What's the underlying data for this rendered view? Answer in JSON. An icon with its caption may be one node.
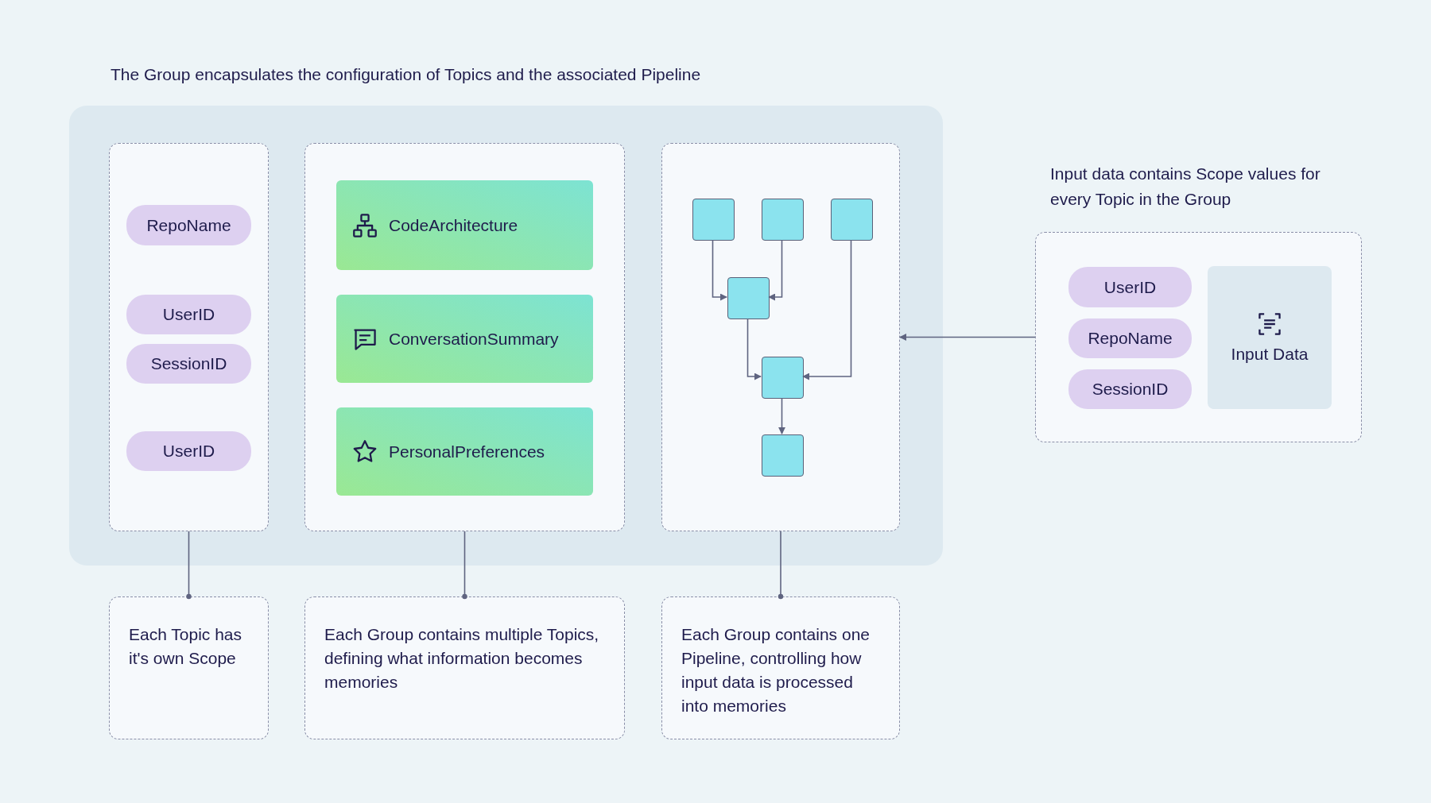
{
  "diagram": {
    "title": "The Group encapsulates the configuration of Topics and the associated Pipeline",
    "nodes": [
      {
        "text": [],
        "shape": "box"
      },
      {
        "text": [],
        "shape": "box",
        "in": 0
      },
      {
        "text": [
          "RepoName"
        ],
        "in": 1
      },
      {
        "text": [
          "UserID"
        ],
        "in": 1
      },
      {
        "text": [
          "SessionID"
        ],
        "in": 1
      },
      {
        "text": [
          "UserID"
        ],
        "in": 1
      },
      {
        "text": [],
        "shape": "box",
        "in": 0
      },
      {
        "text": [
          "CodeArchitecture"
        ],
        "in": 6
      },
      {
        "text": [
          "ConversationSummary"
        ],
        "in": 6
      },
      {
        "text": [
          "PersonalPreferences"
        ],
        "in": 6
      },
      {
        "text": [],
        "shape": "box",
        "in": 0
      },
      {
        "text": [],
        "shape": "box",
        "in": 10
      },
      {
        "text": [],
        "shape": "box",
        "in": 10
      },
      {
        "text": [],
        "shape": "box",
        "in": 10
      },
      {
        "text": [],
        "shape": "box",
        "in": 10
      },
      {
        "text": [],
        "shape": "box",
        "in": 10
      },
      {
        "text": [],
        "shape": "box",
        "in": 10
      },
      {
        "text": [
          "Each Topic has it's own Scope"
        ]
      },
      {
        "text": [
          "Each Group contains multiple Topics, defining what information becomes memories"
        ]
      },
      {
        "text": [
          "Each Group contains one Pipeline, controlling how input data is processed into memories"
        ]
      },
      {
        "text": [
          "Input data contains Scope values for every Topic in the Group"
        ]
      },
      {
        "text": [
          "UserID"
        ],
        "in": 20
      },
      {
        "text": [
          "RepoName"
        ],
        "in": 20
      },
      {
        "text": [
          "SessionID"
        ],
        "in": 20
      },
      {
        "text": [
          "Input Data"
        ],
        "in": 20
      }
    ],
    "edges": [
      {
        "from": 11,
        "to": 14,
        "arrow": "to"
      },
      {
        "from": 12,
        "to": 14,
        "arrow": "to"
      },
      {
        "from": 14,
        "to": 15,
        "arrow": "to"
      },
      {
        "from": 13,
        "to": 15,
        "arrow": "to"
      },
      {
        "from": 15,
        "to": 16,
        "arrow": "to"
      },
      {
        "from": 1,
        "to": 17,
        "arrow": "other"
      },
      {
        "from": 6,
        "to": 18,
        "arrow": "other"
      },
      {
        "from": 10,
        "to": 19,
        "arrow": "other"
      },
      {
        "from": 20,
        "to": 10,
        "arrow": "to"
      }
    ]
  }
}
